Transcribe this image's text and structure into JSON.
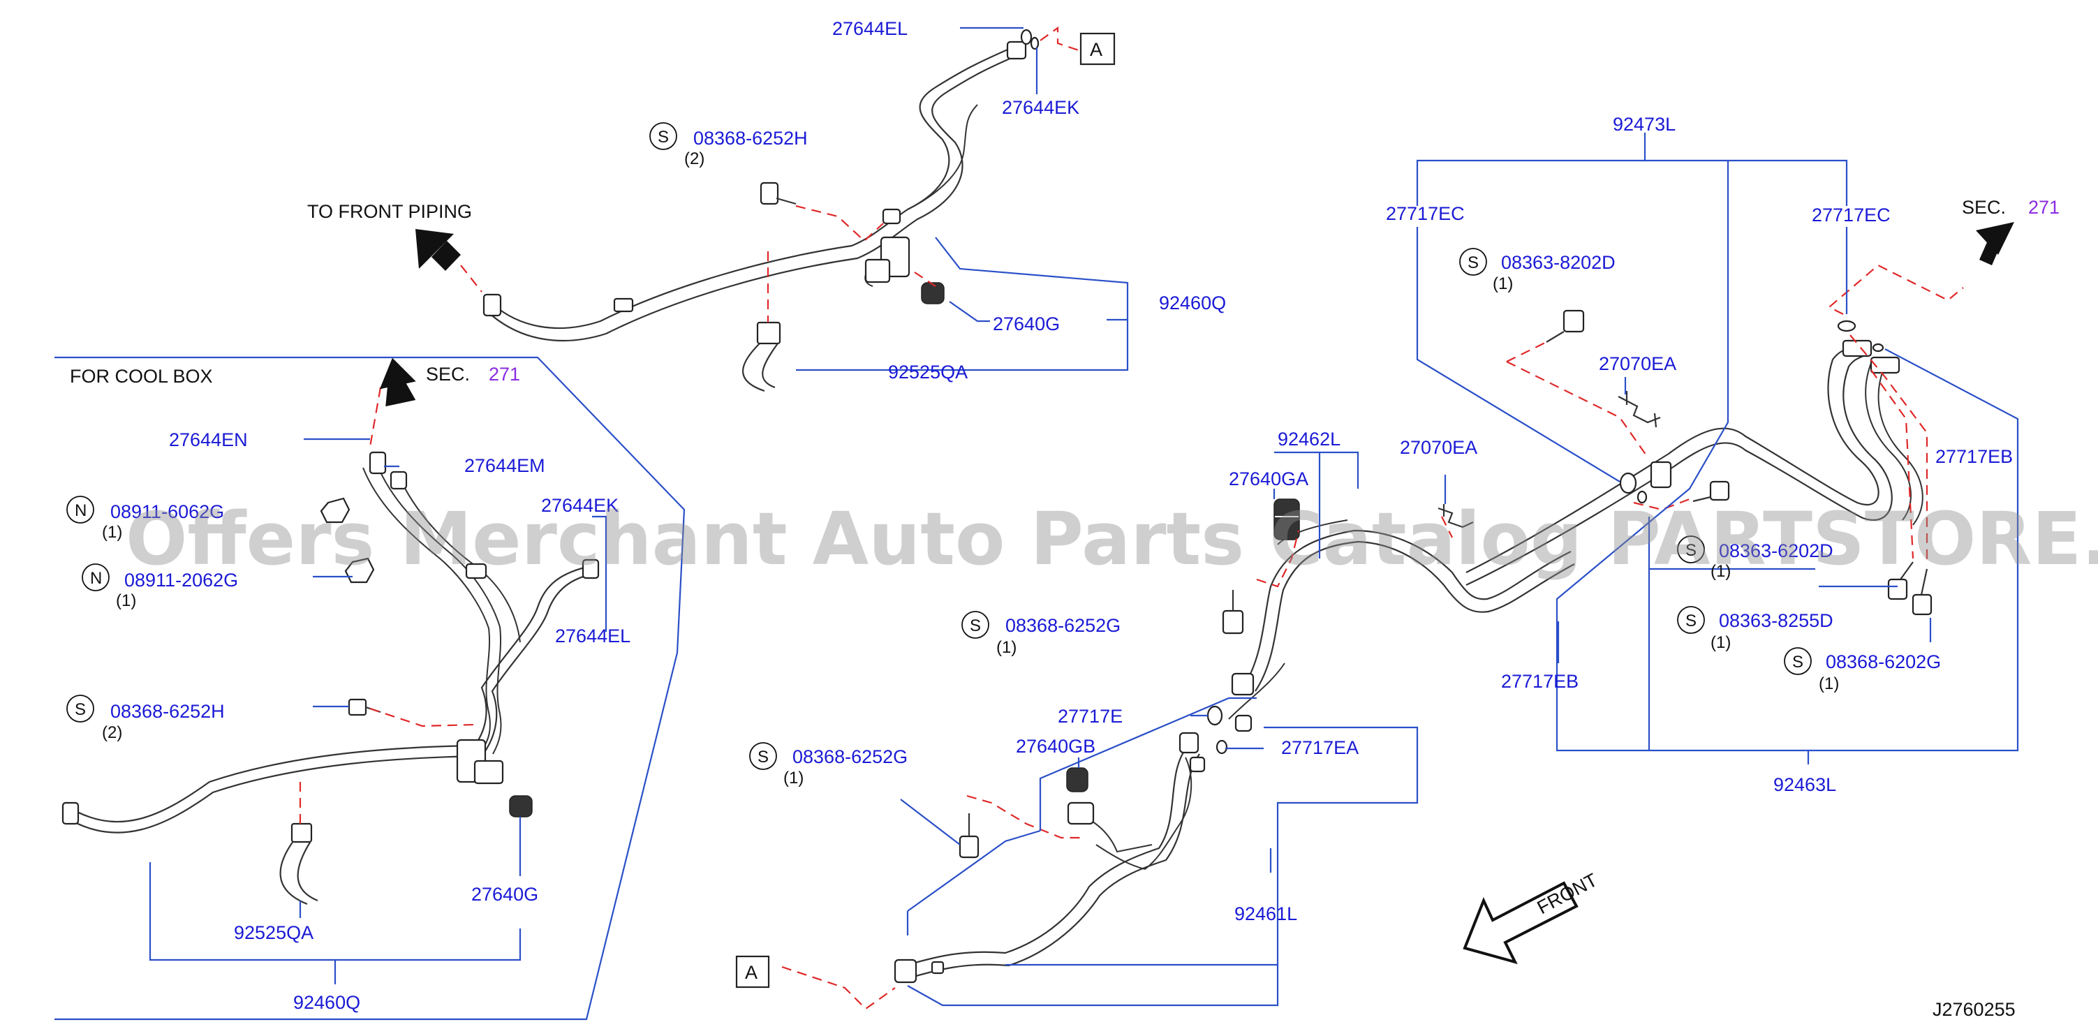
{
  "watermark": "Offers Merchant Auto Parts Catalog PARTSTORE.SA",
  "diagram_code": "J2760255",
  "headings": {
    "to_front_piping": "TO  FRONT  PIPING",
    "for_cool_box": "FOR  COOL  BOX",
    "sec": "SEC.",
    "sec_number": "271",
    "front": "FRONT"
  },
  "ref_marks": {
    "a": "A"
  },
  "symbols": {
    "s": "S",
    "n": "N"
  },
  "parts": {
    "p27644EL_top": "27644EL",
    "p27644EK_top": "27644EK",
    "p08368_6252H_top": "08368-6252H",
    "q08368_6252H_top": "(2)",
    "p27640G_top": "27640G",
    "p92460Q_top": "92460Q",
    "p92525QA_top": "92525QA",
    "p27644EN": "27644EN",
    "p27644EM": "27644EM",
    "p08911_6062G": "08911-6062G",
    "q08911_6062G": "(1)",
    "p27644EK_left": "27644EK",
    "p08911_2062G": "08911-2062G",
    "q08911_2062G": "(1)",
    "p27644EL_left": "27644EL",
    "p08368_6252H_left": "08368-6252H",
    "q08368_6252H_left": "(2)",
    "p27640G_left": "27640G",
    "p92525QA_left": "92525QA",
    "p92460Q_left": "92460Q",
    "p92473L": "92473L",
    "p27717EC_left": "27717EC",
    "p27717EC_right": "27717EC",
    "p08363_8202D": "08363-8202D",
    "q08363_8202D": "(1)",
    "p27070EA_right": "27070EA",
    "p92462L": "92462L",
    "p27070EA_mid": "27070EA",
    "p27640GA": "27640GA",
    "p27717EB_right": "27717EB",
    "p08363_6202D": "08363-6202D",
    "q08363_6202D": "(1)",
    "p08363_8255D": "08363-8255D",
    "q08363_8255D": "(1)",
    "p08368_6202G": "08368-6202G",
    "q08368_6202G": "(1)",
    "p27717EB_left": "27717EB",
    "p92463L": "92463L",
    "p08368_6252G_mid": "08368-6252G",
    "q08368_6252G_mid": "(1)",
    "p27717E": "27717E",
    "p27640GB": "27640GB",
    "p27717EA": "27717EA",
    "p08368_6252G_low": "08368-6252G",
    "q08368_6252G_low": "(1)",
    "p92461L": "92461L"
  }
}
